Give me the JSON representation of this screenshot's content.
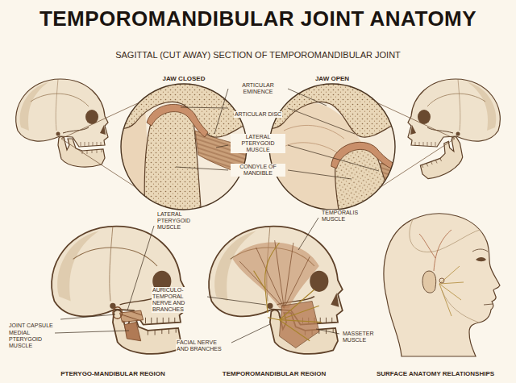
{
  "diagram": {
    "title": "TEMPOROMANDIBULAR JOINT ANATOMY",
    "labels": [
      "SAGITTAL (CUT AWAY) SECTION OF TEMPOROMANDIBULAR JOINT",
      "JAW CLOSED",
      "JAW OPEN",
      "ARTICULAR EMINENCE",
      "ARTICULAR DISC",
      "LATERAL PTERYGOID MUSCLE",
      "CONDYLE OF MANDIBLE",
      "LATERAL PTERYGOID MUSCLE",
      "TEMPORALIS MUSCLE",
      "JOINT CAPSULE",
      "MEDIAL PTERYGOID MUSCLE",
      "AURICULO-TEMPORAL NERVE AND BRANCHES",
      "FACIAL NERVE AND BRANCHES",
      "MASSETER MUSCLE",
      "PTERYGO-MANDIBULAR REGION",
      "TEMPOROMANDIBULAR REGION",
      "SURFACE ANATOMY RELATIONSHIPS"
    ]
  }
}
